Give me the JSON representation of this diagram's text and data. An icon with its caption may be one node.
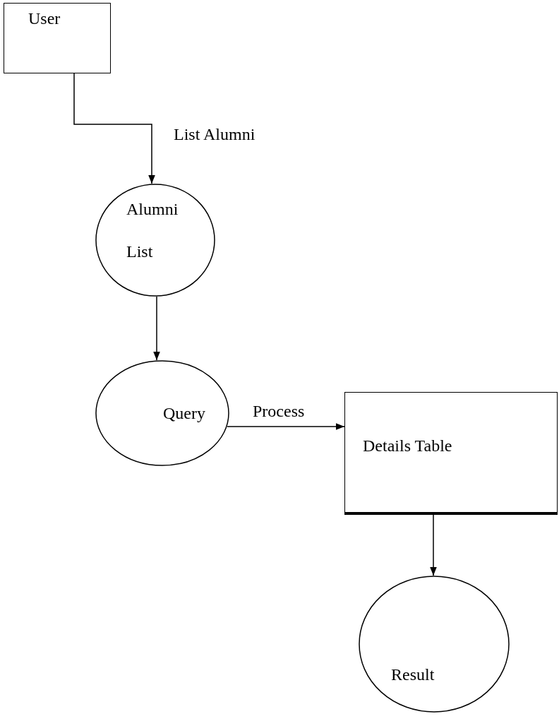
{
  "diagram": {
    "nodes": [
      {
        "text": [
          "User"
        ]
      },
      {
        "text": [
          "Alumni List"
        ]
      },
      {
        "text": [
          "Query"
        ]
      },
      {
        "text": [
          "Details Table"
        ]
      },
      {
        "text": [
          "Result"
        ]
      }
    ],
    "edges": [
      {
        "from": 0,
        "to": 1,
        "arrow": "to",
        "label": "List Alumni"
      },
      {
        "from": 1,
        "to": 2,
        "arrow": "to"
      },
      {
        "from": 2,
        "to": 3,
        "arrow": "to",
        "label": "Process"
      },
      {
        "from": 3,
        "to": 4,
        "arrow": "to"
      }
    ]
  }
}
